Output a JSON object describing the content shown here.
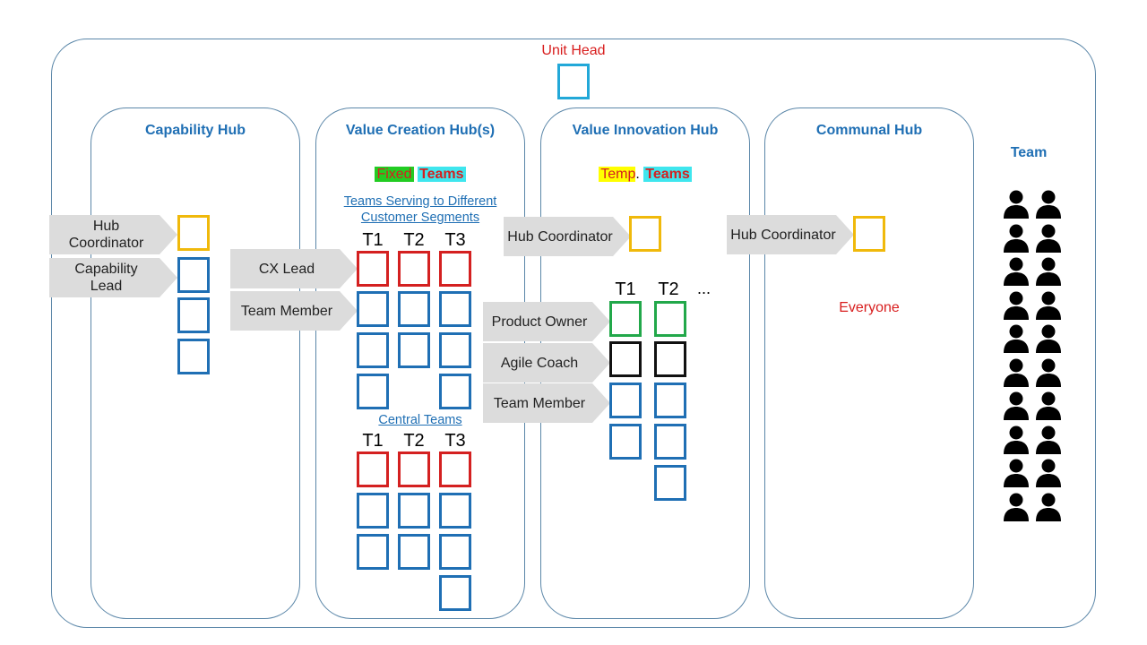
{
  "unit": {
    "head_label": "Unit Head"
  },
  "capability_hub": {
    "title": "Capability Hub",
    "hub_coordinator": "Hub Coordinator",
    "capability_lead": "Capability Lead"
  },
  "value_creation_hub": {
    "title": "Value Creation Hub(s)",
    "badge_fixed": "Fixed",
    "badge_teams": "Teams",
    "segment_link": "Teams Serving to Different Customer Segments",
    "central_link": "Central Teams",
    "cx_lead": "CX Lead",
    "team_member": "Team Member",
    "team_labels": [
      "T1",
      "T2",
      "T3"
    ]
  },
  "value_innovation_hub": {
    "title": "Value Innovation Hub",
    "badge_temp": "Temp",
    "badge_dot": ".",
    "badge_teams": "Teams",
    "hub_coordinator": "Hub Coordinator",
    "product_owner": "Product Owner",
    "agile_coach": "Agile Coach",
    "team_member": "Team Member",
    "team_labels": [
      "T1",
      "T2"
    ],
    "more": "..."
  },
  "communal_hub": {
    "title": "Communal Hub",
    "hub_coordinator": "Hub Coordinator",
    "everyone": "Everyone"
  },
  "team_column": {
    "title": "Team",
    "icon": "person-icon",
    "count": 20
  },
  "colors": {
    "hub_title": "#1f6fb4",
    "lead_red": "#d42020",
    "member_blue": "#1f6fb4",
    "coordinator_yellow": "#f0b90b",
    "product_owner_green": "#22a84a",
    "unit_head_cyan": "#22a8d8",
    "fixed_bg": "#22cc22",
    "teams_bg": "#3fe6ee",
    "temp_bg": "#ffff00"
  }
}
